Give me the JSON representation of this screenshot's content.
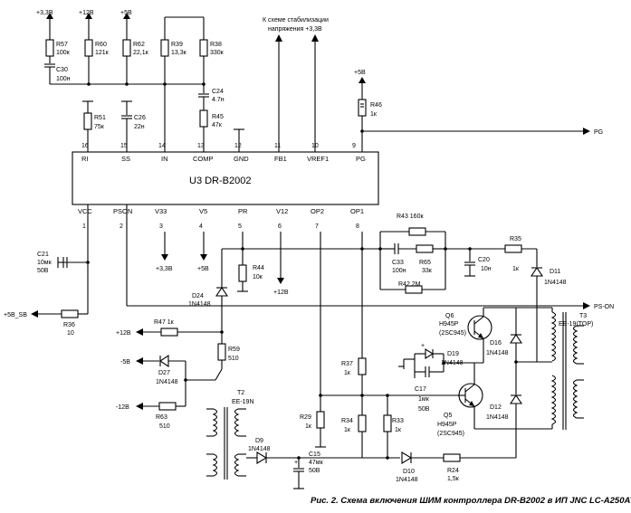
{
  "rails": {
    "v33": "+3,3В",
    "v12": "+12В",
    "v5": "+5В",
    "v5b": "+5В",
    "to_stab": "К схеме стабилизации",
    "to_stab2": "напряжения +3,3В",
    "v5sb": "+5В_SB",
    "pin_out_33": "+3,3В",
    "pin_out_5": "+5В",
    "pin_out_12": "+12В",
    "out_12": "+12В",
    "out_m5": "-5В",
    "out_m12": "-12В",
    "pg": "PG",
    "pson": "PS-ON"
  },
  "chip": {
    "name": "U3  DR-B2002",
    "top_pins": [
      {
        "num": "16",
        "name": "RI"
      },
      {
        "num": "15",
        "name": "SS"
      },
      {
        "num": "14",
        "name": "IN"
      },
      {
        "num": "13",
        "name": "COMP"
      },
      {
        "num": "12",
        "name": "GND"
      },
      {
        "num": "11",
        "name": "FB1"
      },
      {
        "num": "10",
        "name": "VREF1"
      },
      {
        "num": "9",
        "name": "PG"
      }
    ],
    "bottom_pins": [
      {
        "num": "1",
        "name": "VCC"
      },
      {
        "num": "2",
        "name": "PSON"
      },
      {
        "num": "3",
        "name": "V33"
      },
      {
        "num": "4",
        "name": "V5"
      },
      {
        "num": "5",
        "name": "PR"
      },
      {
        "num": "6",
        "name": "V12"
      },
      {
        "num": "7",
        "name": "OP2"
      },
      {
        "num": "8",
        "name": "OP1"
      }
    ]
  },
  "parts": {
    "R57": [
      "R57",
      "100к"
    ],
    "C30": [
      "C30",
      "100н"
    ],
    "R60": [
      "R60",
      "121к"
    ],
    "R62": [
      "R62",
      "22,1к"
    ],
    "R39": [
      "R39",
      "13,3к"
    ],
    "R38": [
      "R38",
      "330к"
    ],
    "C24": [
      "C24",
      "4.7н"
    ],
    "R45": [
      "R45",
      "47к"
    ],
    "R51": [
      "R51",
      "75к"
    ],
    "C26": [
      "C26",
      "22н"
    ],
    "R46": [
      "R46",
      "1к"
    ],
    "C21": [
      "C21",
      "10мк",
      "50В"
    ],
    "R36": [
      "R36",
      "10"
    ],
    "R44": [
      "R44",
      "10к"
    ],
    "D24": [
      "D24",
      "1N4148"
    ],
    "R43": [
      "R43 160к"
    ],
    "C33": [
      "C33",
      "100н"
    ],
    "R65": [
      "R65",
      "33к"
    ],
    "R42": [
      "R42 2M"
    ],
    "C20": [
      "C20",
      "10н"
    ],
    "R35": [
      "R35",
      "1к"
    ],
    "D11": [
      "D11",
      "1N4148"
    ],
    "R47": [
      "R47 1к"
    ],
    "R59": [
      "R59",
      "510"
    ],
    "D27": [
      "D27",
      "1N4148"
    ],
    "R63": [
      "R63",
      "510"
    ],
    "T2": [
      "T2",
      "EE-19N"
    ],
    "D9": [
      "D9",
      "1N4148"
    ],
    "C15": [
      "C15",
      "47мк",
      "50В"
    ],
    "R29": [
      "R29",
      "1к"
    ],
    "R37": [
      "R37",
      "1к"
    ],
    "R34": [
      "R34",
      "1к"
    ],
    "R33": [
      "R33",
      "1к"
    ],
    "Q6": [
      "Q6",
      "H945P",
      "(2SC945)"
    ],
    "D19": [
      "D19",
      "1N4148"
    ],
    "C17": [
      "C17",
      "1мк",
      "50В"
    ],
    "Q5": [
      "Q5",
      "H945P",
      "(2SC945)"
    ],
    "D16": [
      "D16",
      "1N4148"
    ],
    "D12": [
      "D12",
      "1N4148"
    ],
    "T3": [
      "T3",
      "EE-19(TOP)"
    ],
    "D10": [
      "D10",
      "1N4148"
    ],
    "R24": [
      "R24",
      "1,5к"
    ]
  },
  "caption": "Рис. 2. Схема включения ШИМ контроллера DR-B2002 в ИП JNC LC-A250ATX"
}
